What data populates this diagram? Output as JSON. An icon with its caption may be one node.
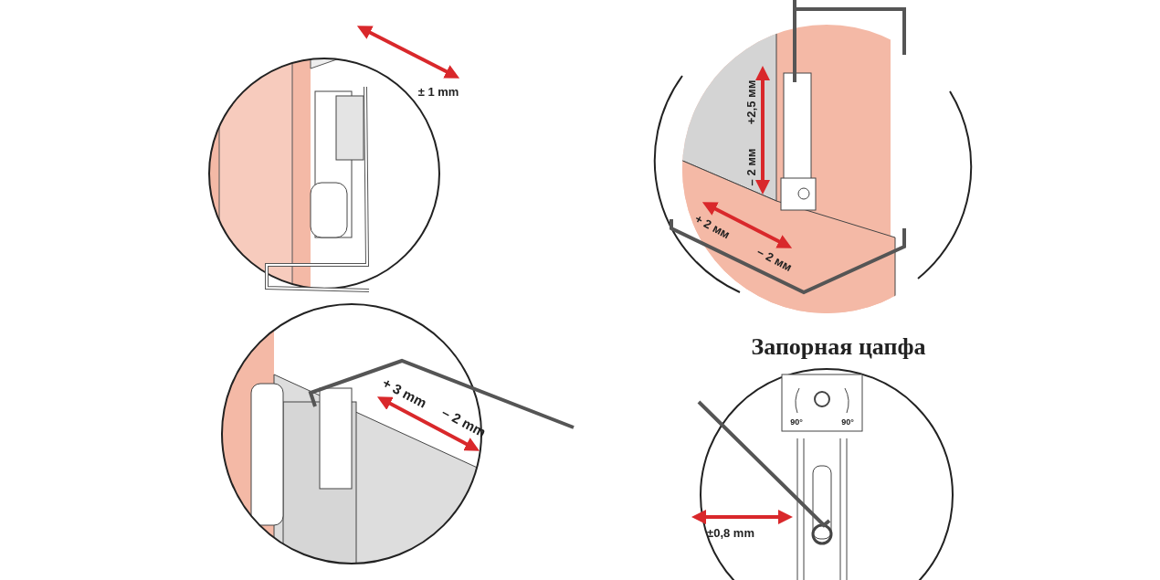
{
  "diagram": {
    "labels": [
      "± 1 mm",
      "+2,5 мм",
      "– 2 мм",
      "+ 2 мм",
      "– 2 мм",
      "+ 3 mm",
      "– 2 mm",
      "Запорная цапфа",
      "90°",
      "90°",
      "±0,8 mm"
    ]
  }
}
